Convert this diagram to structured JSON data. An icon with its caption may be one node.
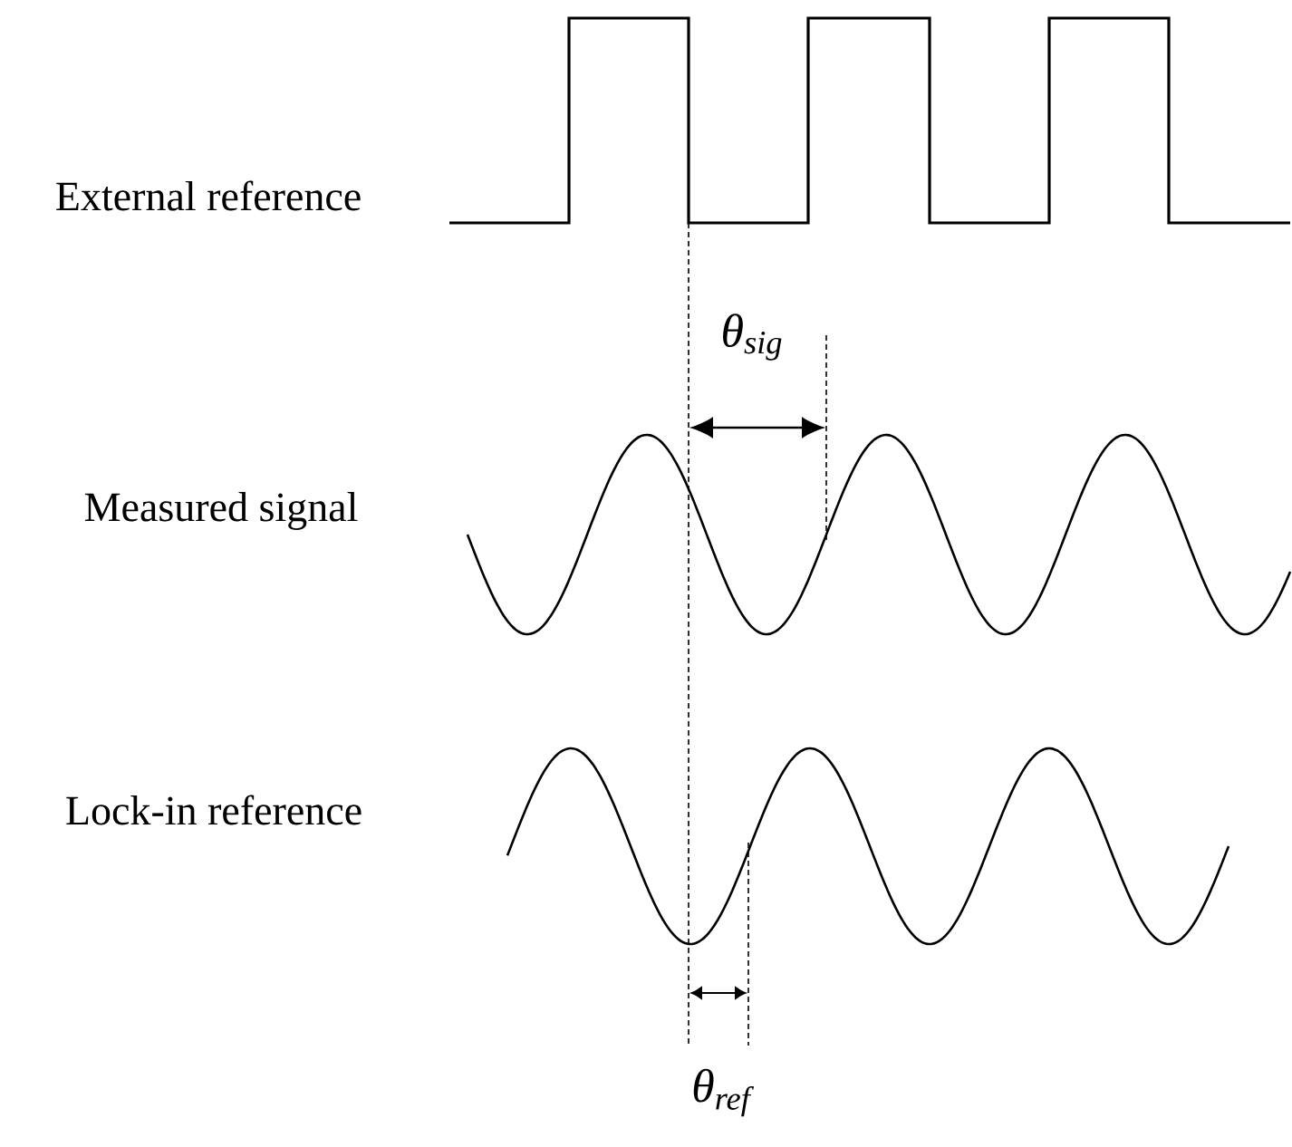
{
  "diagram": {
    "labels": [
      "External reference",
      "θ$_{sig}$",
      "Measured signal",
      "Lock-in reference",
      "θ$_{ref}$"
    ]
  }
}
